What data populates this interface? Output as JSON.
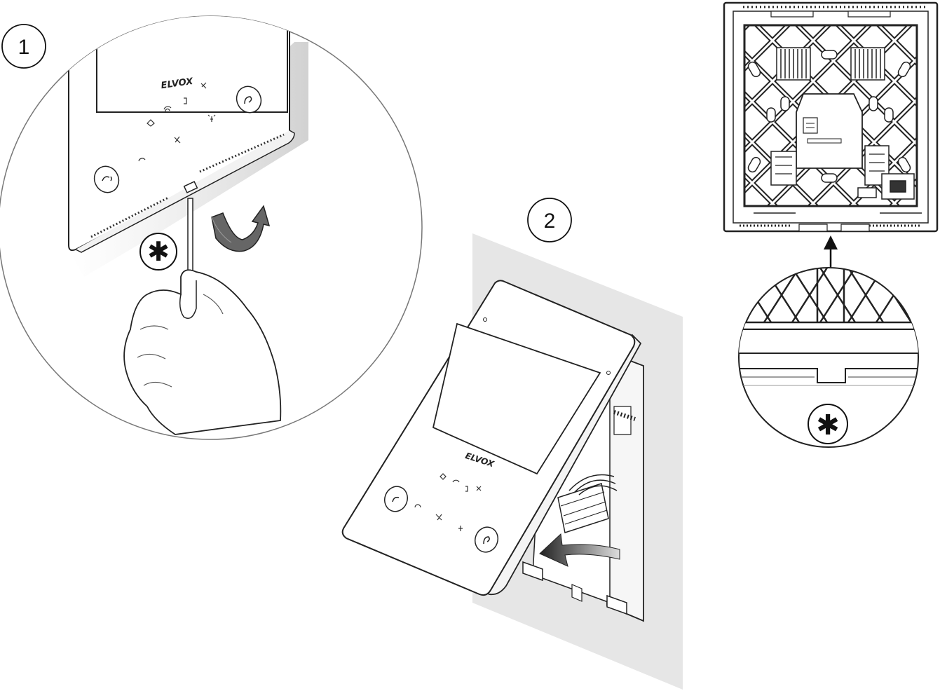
{
  "steps": [
    {
      "number": "1"
    },
    {
      "number": "2"
    }
  ],
  "device": {
    "brand": "ELVOX"
  },
  "callout": {
    "marker": "✱"
  },
  "icons": [
    "unlock-release-icon",
    "screwdriver-icon",
    "rotate-arrow-icon",
    "hand-icon",
    "insert-arrow-icon",
    "up-arrow-icon",
    "answer-call-icon",
    "door-open-icon",
    "door-closed-icon",
    "wifi-icon",
    "mute-icon",
    "light-icon"
  ],
  "colors": {
    "line": "#222222",
    "wall": "#e6e6e6",
    "marker_fill": "#ffffff",
    "arrow": "#444444"
  }
}
